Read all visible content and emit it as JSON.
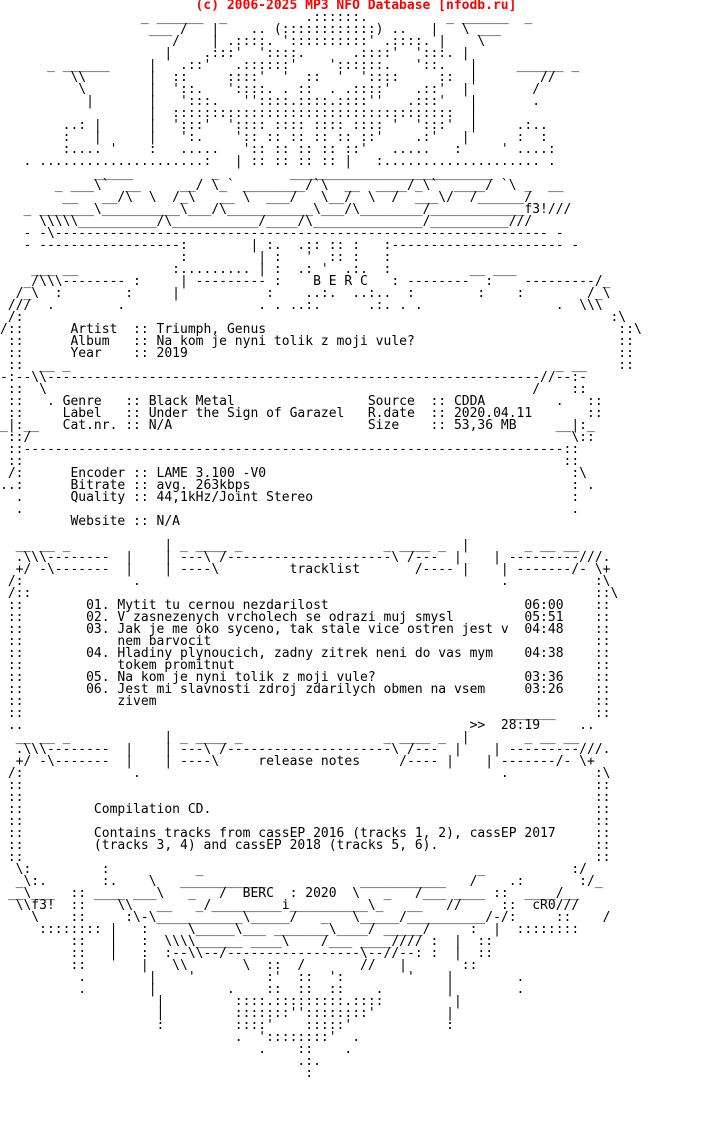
{
  "header": {
    "credit": "(c) 2006-2025 MP3 NFO Database [nfodb.ru]"
  },
  "nfo": {
    "lines": [
      "                  _ ______  _          .::::::.          _ ______  _",
      "                   ___ /   |    .. (::::::::::::) ..   |   \\ ___",
      "                      /    | .::::. '::::::::::' .::::. |    \\",
      "                     |    .:::'  '::::.      .::::'  ':::. |",
      "      _ ______     |   .::'   .::::::'    '::::::.   '::.   |     ______ _",
      "         \\\\        |  ::     ::::'  '  ::  '  '::::     ::  |        //",
      "          \\        |  '::.   '::::. . ::  . .::::'   .::'  |        /",
      "           |       |   ':::.   ''::::.::::.::::''   .:::'   |       .",
      "                   |  ::::::::::::::::::::::::::::::::::::  |",
      "        ..: |      |  ':::'  ':::: :::: :::: :::: '  ':::'  |     .:..",
      "        :   |      |   ':.    ':: :: :: :: :: ::'    .:'   |      :  :",
      "        :.... '    :   .....   ':: :: :: :: ::'   .....   :     ' ....:",
      "   . .....................:   | :: :: :: :: |   :.................... .",
      "            _____          _         __________________________",
      "       _ ___\\`  __     __/ \\_` ________/`\\  __  ____/_\\`  ____/ `\\ _  __",
      "        __   __/\\  \\  /_\\   __ \\  ___/   \\__/  \\  /  ___\\/  /______/",
      "   _ _______\\__________\\___/\\___________\\___/\\________/____________f3!///",
      "     \\\\\\\\\\__________/\\___________/____/\\______________/__________///",
      "   - -\\--------------------------------------------------------------- -",
      "   - ------------------:        | :.  .:: :: :   :---------------------- -",
      "                       :         | :   '  :: :   :",
      "    ___ __            :......... | :  .: '  .:.  :          __ ___",
      "   _/\\\\\\-------- :     | --------- :    B E R C   : --------  :    ---------/_",
      "  /_\\  :        :     |           :    ..:.  ..:..  :        :    :        /_\\",
      " ///  .        .                 . . ..:.      .:. . .                 .  \\\\\\",
      " /:                                                                           :\\",
      "/::      Artist  :: Triumph, Genus                                             ::\\",
      " ::      Album   :: Na kom je nyni tolik z moji vule?                          ::",
      " ::      Year    :: 2019                                                       ::",
      " ::  __ _                                                              _ __    ::",
      "-:--\\\\---------------------------------------------------------------//--:-",
      " ::  \\                                                              /    ::",
      " ::   . Genre   :: Black Metal                 Source  :: CDDA         .   ::",
      " ::     Label   :: Under the Sign of Garazel   R.date  :: 2020.04.11       ::",
      "_|:__   Cat.nr. :: N/A                         Size    :: 53,36 MB     __|:_",
      " ::/                                                                     \\::",
      " ::---------------------------------------------------------------------::",
      " ::                                                                     ::",
      " /:      Encoder :: LAME 3.100 -V0                                       :\\",
      "..:      Bitrate :: avg. 263kbps                                         : .",
      "  .      Quality :: 44,1kHz/Joint Stereo                                 :",
      "  .                                                                      .",
      "         Website :: N/A",
      "",
      "  __ __ _            | _ ____ _                  _ ____ _  |       _ __ __",
      "  .\\\\\\--------  |    | ---\\ /---------------------\\ /---  |    | ---------///.",
      "  +/ -\\-------  |    | ----\\         tracklist       /---- |    | -------/- \\+",
      " /:              .                                              .           :\\",
      " /::                                                                        ::\\",
      " ::        01. Mytit tu cernou nezdarilost                         06:00    ::",
      " ::        02. V zasnezenych vrcholech se odrazi muj smysl         05:51    ::",
      " ::        03. Jak je me oko syceno, tak stale vice ostren jest v  04:48    ::",
      " ::            nem barvocit                                                 ::",
      " ::        04. Hladiny plynoucich, zadny zitrek neni do vas mym    04:38    ::",
      " ::            tokem promitnut                                              ::",
      " ::        05. Na kom je nyni tolik z moji vule?                   03:36    ::",
      " ::        06. Jest mi slavnosti zdroj zdarilych obmen na vsem     03:26    ::",
      " ::            zivem                                                        ::",
      " ::                                                              ______     ::",
      " ..                                                         >>  28:19     ..",
      "  __ __ _            | _ ____ _                  _ ____ _  |       _ __ __",
      "  .\\\\\\--------  |    | ---\\ /---------------------\\ /---  |    | ---------///.",
      "  +/ -\\-------  |    | ----\\     release notes     /---- |    | -------/- \\+",
      " /:              .                                              .           :\\",
      " ::                                                                         ::",
      " ::                                                                         ::",
      " ::         Compilation CD.                                                 ::",
      " ::                                                                         ::",
      " ::         Contains tracks from cassEP 2016 (tracks 1, 2), cassEP 2017     ::",
      " ::         (tracks 3, 4) and cassEP 2018 (tracks 5, 6).                    ::",
      " ::                                                                         ::",
      "  \\:         :           _                                   _           :/",
      "  _\\:.       :.    \\   ___________            ___________   /    .:       :/_",
      " __\\___  :: ____ ___\\   _   /  BERC  : 2020  \\   _   /___ ____ ::  ____/__",
      "  \\\\f3!  ::    \\\\   __   _/_________i__________\\_   __   //     ::  cR0///",
      "    \\    ::     :\\-\\___________\\_____/   _   \\_____/__________/-/:     ::    /",
      "     :::::::: |   :     \\_____\\___ _______\\____/ _____/     :  |  ::::::::",
      "         ::   |   :  \\\\\\\\______ ____\\    /___ ____//// :  |  ::",
      "         ::   |   :  :--\\\\--/-----------------\\--//--: :  |  ::",
      "         ::       |   \\\\       \\  ::  /       //   |       ::",
      "          .        |    '         :'  ::  ':        '    |        .",
      "          .        |         .    ::  ::  ::    .        |        .",
      "                    |         ::::.:::::::::.::::         |",
      "                    |         :::::::''::::::::'         |",
      "                    :         ::::'    :::::'            :",
      "                              .  '::::::::'  .",
      "                                 .    ::    .",
      "                                      .:.",
      "                                       :"
    ]
  }
}
